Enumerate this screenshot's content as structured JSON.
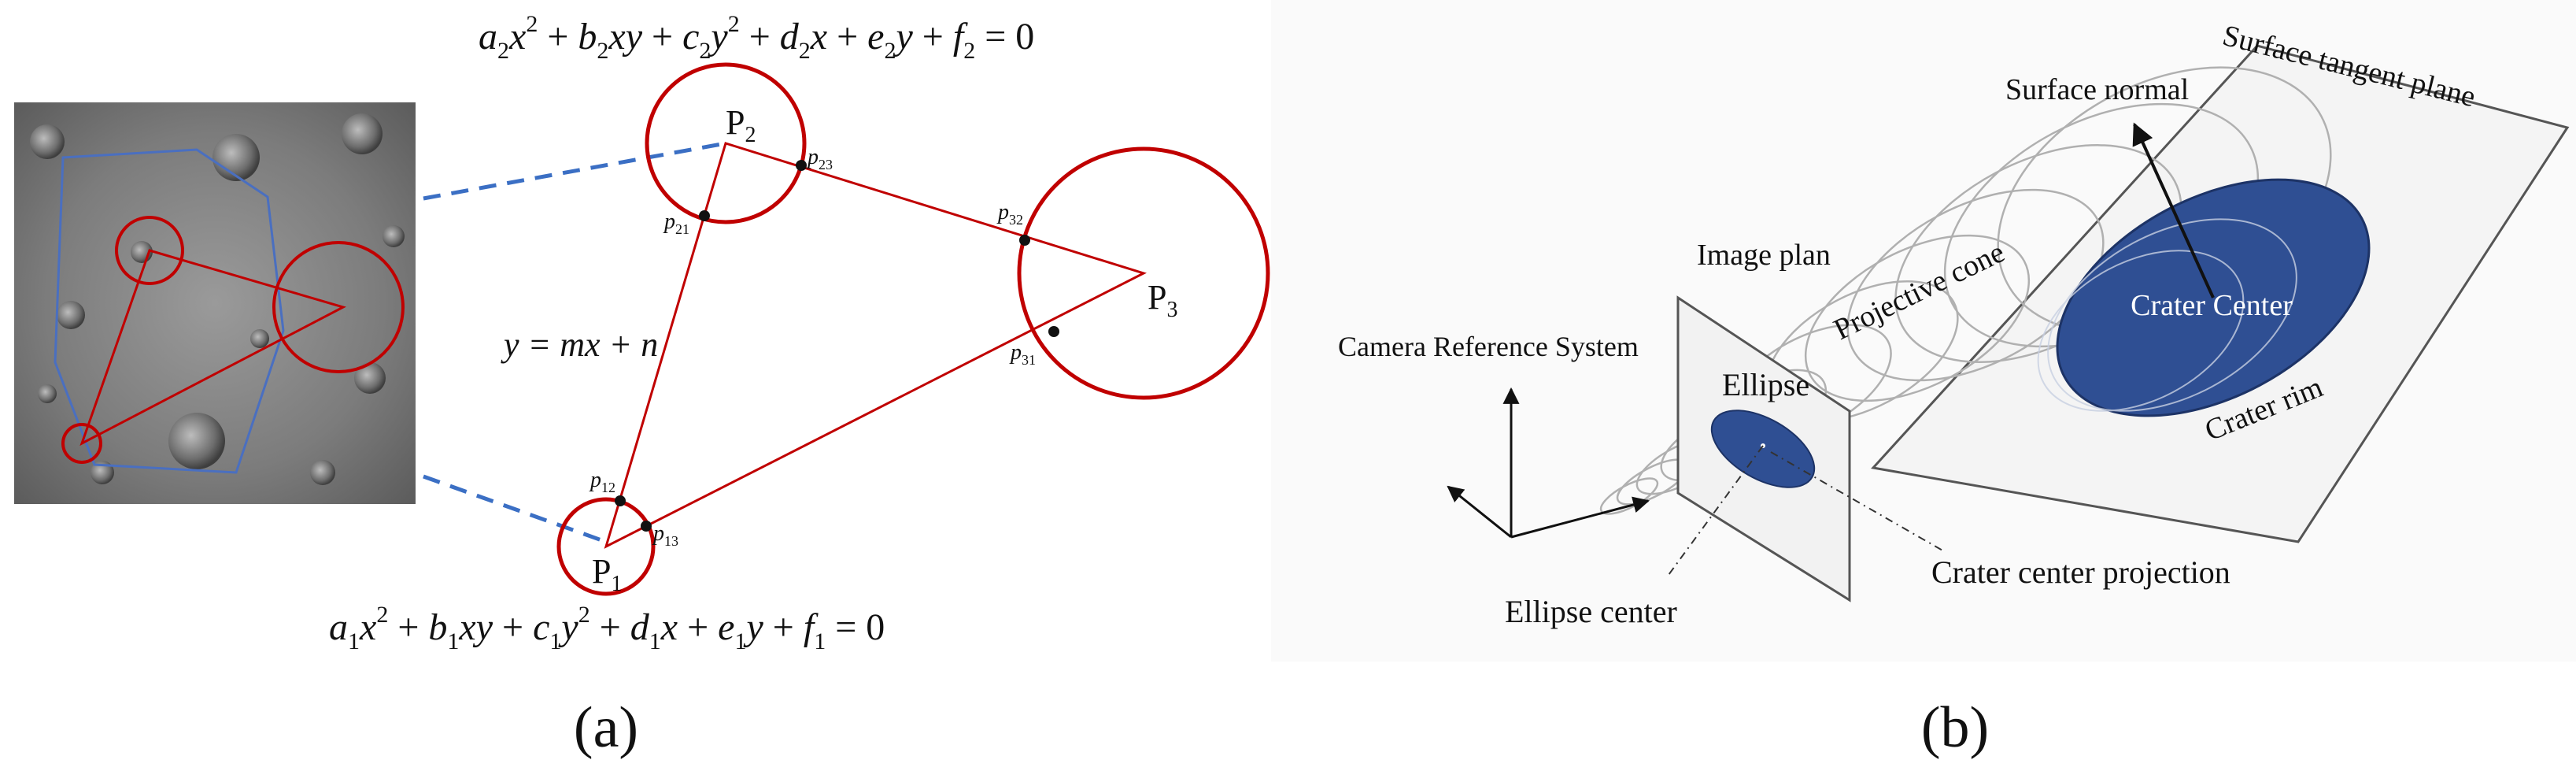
{
  "panel_a": {
    "eq_top": {
      "a": "a",
      "b": "b",
      "c": "c",
      "d": "d",
      "e": "e",
      "f": "f",
      "sub": "2",
      "x": "x",
      "y": "y",
      "xy": "xy",
      "sq": "2",
      "rhs": "= 0"
    },
    "eq_bottom": {
      "a": "a",
      "b": "b",
      "c": "c",
      "d": "d",
      "e": "e",
      "f": "f",
      "sub": "1",
      "x": "x",
      "y": "y",
      "xy": "xy",
      "sq": "2",
      "rhs": "= 0"
    },
    "line_eq": "y = mx + n",
    "points": {
      "p1": {
        "base": "P",
        "sub": "1"
      },
      "p2": {
        "base": "P",
        "sub": "2"
      },
      "p3": {
        "base": "P",
        "sub": "3"
      }
    },
    "intersections": {
      "p12": {
        "base": "p",
        "sub": "12"
      },
      "p13": {
        "base": "p",
        "sub": "13"
      },
      "p21": {
        "base": "p",
        "sub": "21"
      },
      "p23": {
        "base": "p",
        "sub": "23"
      },
      "p31": {
        "base": "p",
        "sub": "31"
      },
      "p32": {
        "base": "p",
        "sub": "32"
      }
    },
    "caption": "(a)",
    "colors": {
      "circle": "#c00000",
      "triangle": "#c00000",
      "dashed": "#3b6fc4",
      "photo_poly": "#4a6fc0"
    }
  },
  "panel_b": {
    "camera_label": "Camera Reference System",
    "image_plan_label": "Image plan",
    "ellipse_label": "Ellipse",
    "ellipse_center_label": "Ellipse center",
    "projective_cone_label": "Projective cone",
    "surface_tangent_plane_label": "Surface tangent plane",
    "surface_normal_label": "Surface normal",
    "crater_center_label": "Crater Center",
    "crater_rim_label": "Crater rim",
    "crater_center_projection_label": "Crater center projection",
    "caption": "(b)",
    "colors": {
      "ellipse_fill": "#2f4f93",
      "plane_fill": "#f4f4f4",
      "plane_stroke": "#555555",
      "cone": "#b0b0b0"
    }
  }
}
